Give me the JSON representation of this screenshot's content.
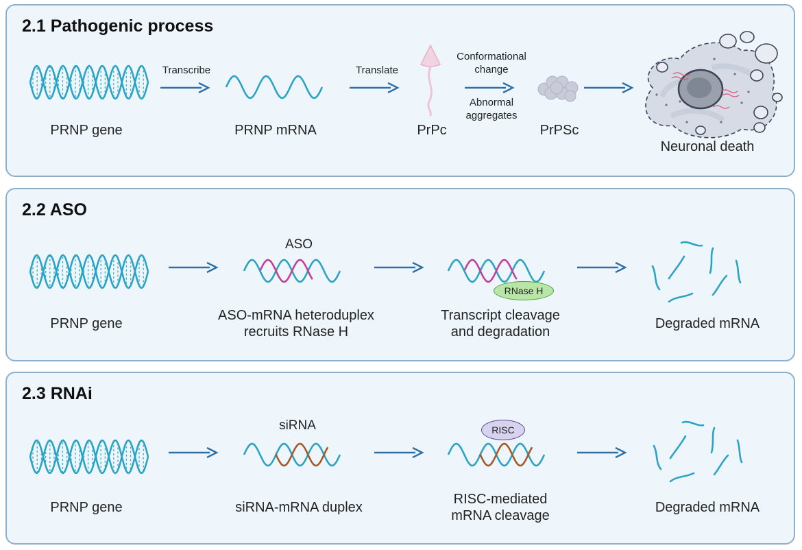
{
  "panels": [
    {
      "title": "2.1 Pathogenic process",
      "labels": {
        "gene": "PRNP gene",
        "mrna": "PRNP mRNA",
        "prpc": "PrPc",
        "prpsc": "PrPSc",
        "death": "Neuronal death"
      },
      "arrows": {
        "transcribe": "Transcribe",
        "translate": "Translate",
        "conf1": "Conformational",
        "conf2": "change",
        "abn1": "Abnormal",
        "abn2": "aggregates"
      }
    },
    {
      "title": "2.2 ASO",
      "labels": {
        "gene": "PRNP gene",
        "aso": "ASO",
        "hetero1": "ASO-mRNA heteroduplex",
        "hetero2": "recruits RNase H",
        "rnase": "RNase H",
        "cleave1": "Transcript cleavage",
        "cleave2": "and degradation",
        "degraded": "Degraded mRNA"
      }
    },
    {
      "title": "2.3 RNAi",
      "labels": {
        "gene": "PRNP gene",
        "sirna": "siRNA",
        "duplex": "siRNA-mRNA duplex",
        "risc": "RISC",
        "riscm1": "RISC-mediated",
        "riscm2": "mRNA cleavage",
        "degraded": "Degraded mRNA"
      }
    }
  ],
  "colors": {
    "dna": "#2aa3c4",
    "arrow": "#2e6fa6",
    "aso_strand": "#c2409a",
    "sirna_strand": "#a35a28"
  }
}
